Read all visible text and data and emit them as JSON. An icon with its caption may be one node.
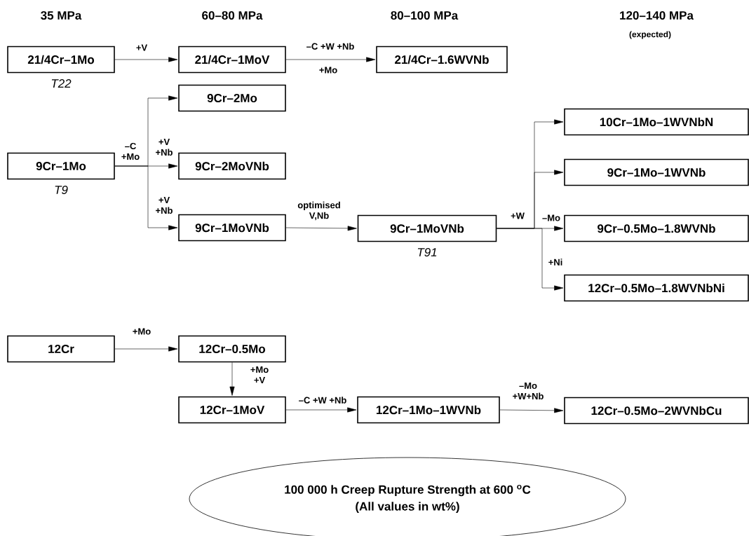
{
  "diagram": {
    "nodes": [
      {
        "text": [
          "21/4Cr–1Mo"
        ],
        "beside": [
          "T22"
        ]
      },
      {
        "text": [
          "21/4Cr–1MoV"
        ]
      },
      {
        "text": [
          "21/4Cr–1.6WVNb"
        ]
      },
      {
        "text": [
          "9Cr–2Mo"
        ]
      },
      {
        "text": [
          "9Cr–1Mo"
        ],
        "beside": [
          "T9"
        ]
      },
      {
        "text": [
          "9Cr–2MoVNb"
        ]
      },
      {
        "text": [
          "9Cr–1MoVNb"
        ]
      },
      {
        "text": [
          "9Cr–1MoVNb"
        ],
        "beside": [
          "T91"
        ]
      },
      {
        "text": [
          "10Cr–1Mo–1WVNbN"
        ]
      },
      {
        "text": [
          "9Cr–1Mo–1WVNb"
        ]
      },
      {
        "text": [
          "9Cr–0.5Mo–1.8WVNb"
        ]
      },
      {
        "text": [
          "12Cr–0.5Mo–1.8WVNbNi"
        ]
      },
      {
        "text": [
          "12Cr"
        ]
      },
      {
        "text": [
          "12Cr–0.5Mo"
        ]
      },
      {
        "text": [
          "12Cr–1MoV"
        ]
      },
      {
        "text": [
          "12Cr–1Mo–1WVNb"
        ]
      },
      {
        "text": [
          "12Cr–0.5Mo–2WVNbCu"
        ]
      },
      {
        "text": [
          "100 000 h Creep Rupture Strength at 600 $^{o}$C",
          "(All values in wt%)"
        ]
      }
    ],
    "edges": [
      {
        "from": 0,
        "to": 1,
        "arrow": "to",
        "label": "+V"
      },
      {
        "from": 1,
        "to": 2,
        "arrow": "to",
        "label": "–C +W +Nb"
      },
      {
        "from": 4,
        "to": 3,
        "arrow": "to"
      },
      {
        "from": 4,
        "to": 5,
        "arrow": "to",
        "label": "+V +Nb"
      },
      {
        "from": 4,
        "to": 6,
        "arrow": "to",
        "label": "+V +Nb"
      },
      {
        "from": 6,
        "to": 7,
        "arrow": "to",
        "label": "optimised V,Nb"
      },
      {
        "from": 7,
        "to": 8,
        "arrow": "to"
      },
      {
        "from": 7,
        "to": 9,
        "arrow": "to"
      },
      {
        "from": 7,
        "to": 10,
        "arrow": "to",
        "label": "–Mo"
      },
      {
        "from": 7,
        "to": 11,
        "arrow": "to",
        "label": "+Ni"
      },
      {
        "from": 12,
        "to": 13,
        "arrow": "to",
        "label": "+Mo"
      },
      {
        "from": 13,
        "to": 14,
        "arrow": "to",
        "label": "+Mo +V"
      },
      {
        "from": 14,
        "to": 15,
        "arrow": "to",
        "label": "–C +W +Nb"
      },
      {
        "from": 15,
        "to": 16,
        "arrow": "to",
        "label": "–Mo +W+Nb"
      }
    ],
    "labels": [
      "35 MPa",
      "60–80 MPa",
      "80–100 MPa",
      "120–140 MPa",
      "(expected)",
      "+Mo",
      "–C +Mo",
      "+W"
    ]
  }
}
